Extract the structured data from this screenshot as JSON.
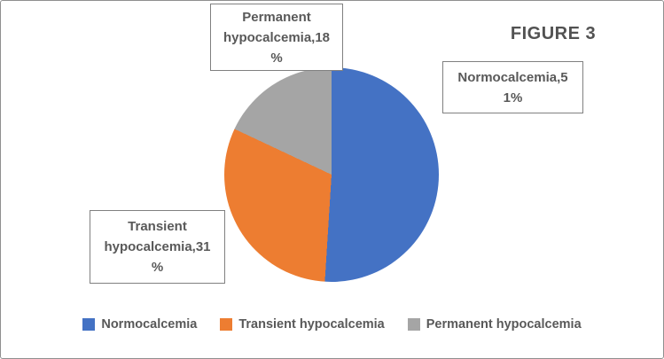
{
  "chart_data": {
    "type": "pie",
    "title": "FIGURE 3",
    "categories": [
      "Normocalcemia",
      "Transient hypocalcemia",
      "Permanent hypocalcemia"
    ],
    "values": [
      51,
      31,
      18
    ],
    "unit": "%",
    "colors": [
      "#4472C4",
      "#ED7D31",
      "#A5A5A5"
    ],
    "start_angle_deg": 0,
    "direction": "clockwise",
    "legend_position": "bottom",
    "data_labels": [
      "Normocalcemia,5\n1%",
      "Transient\nhypocalcemia,31\n%",
      "Permanent\nhypocalcemia,18\n%"
    ],
    "background_color": "#ffffff",
    "text_color": "#595959"
  }
}
